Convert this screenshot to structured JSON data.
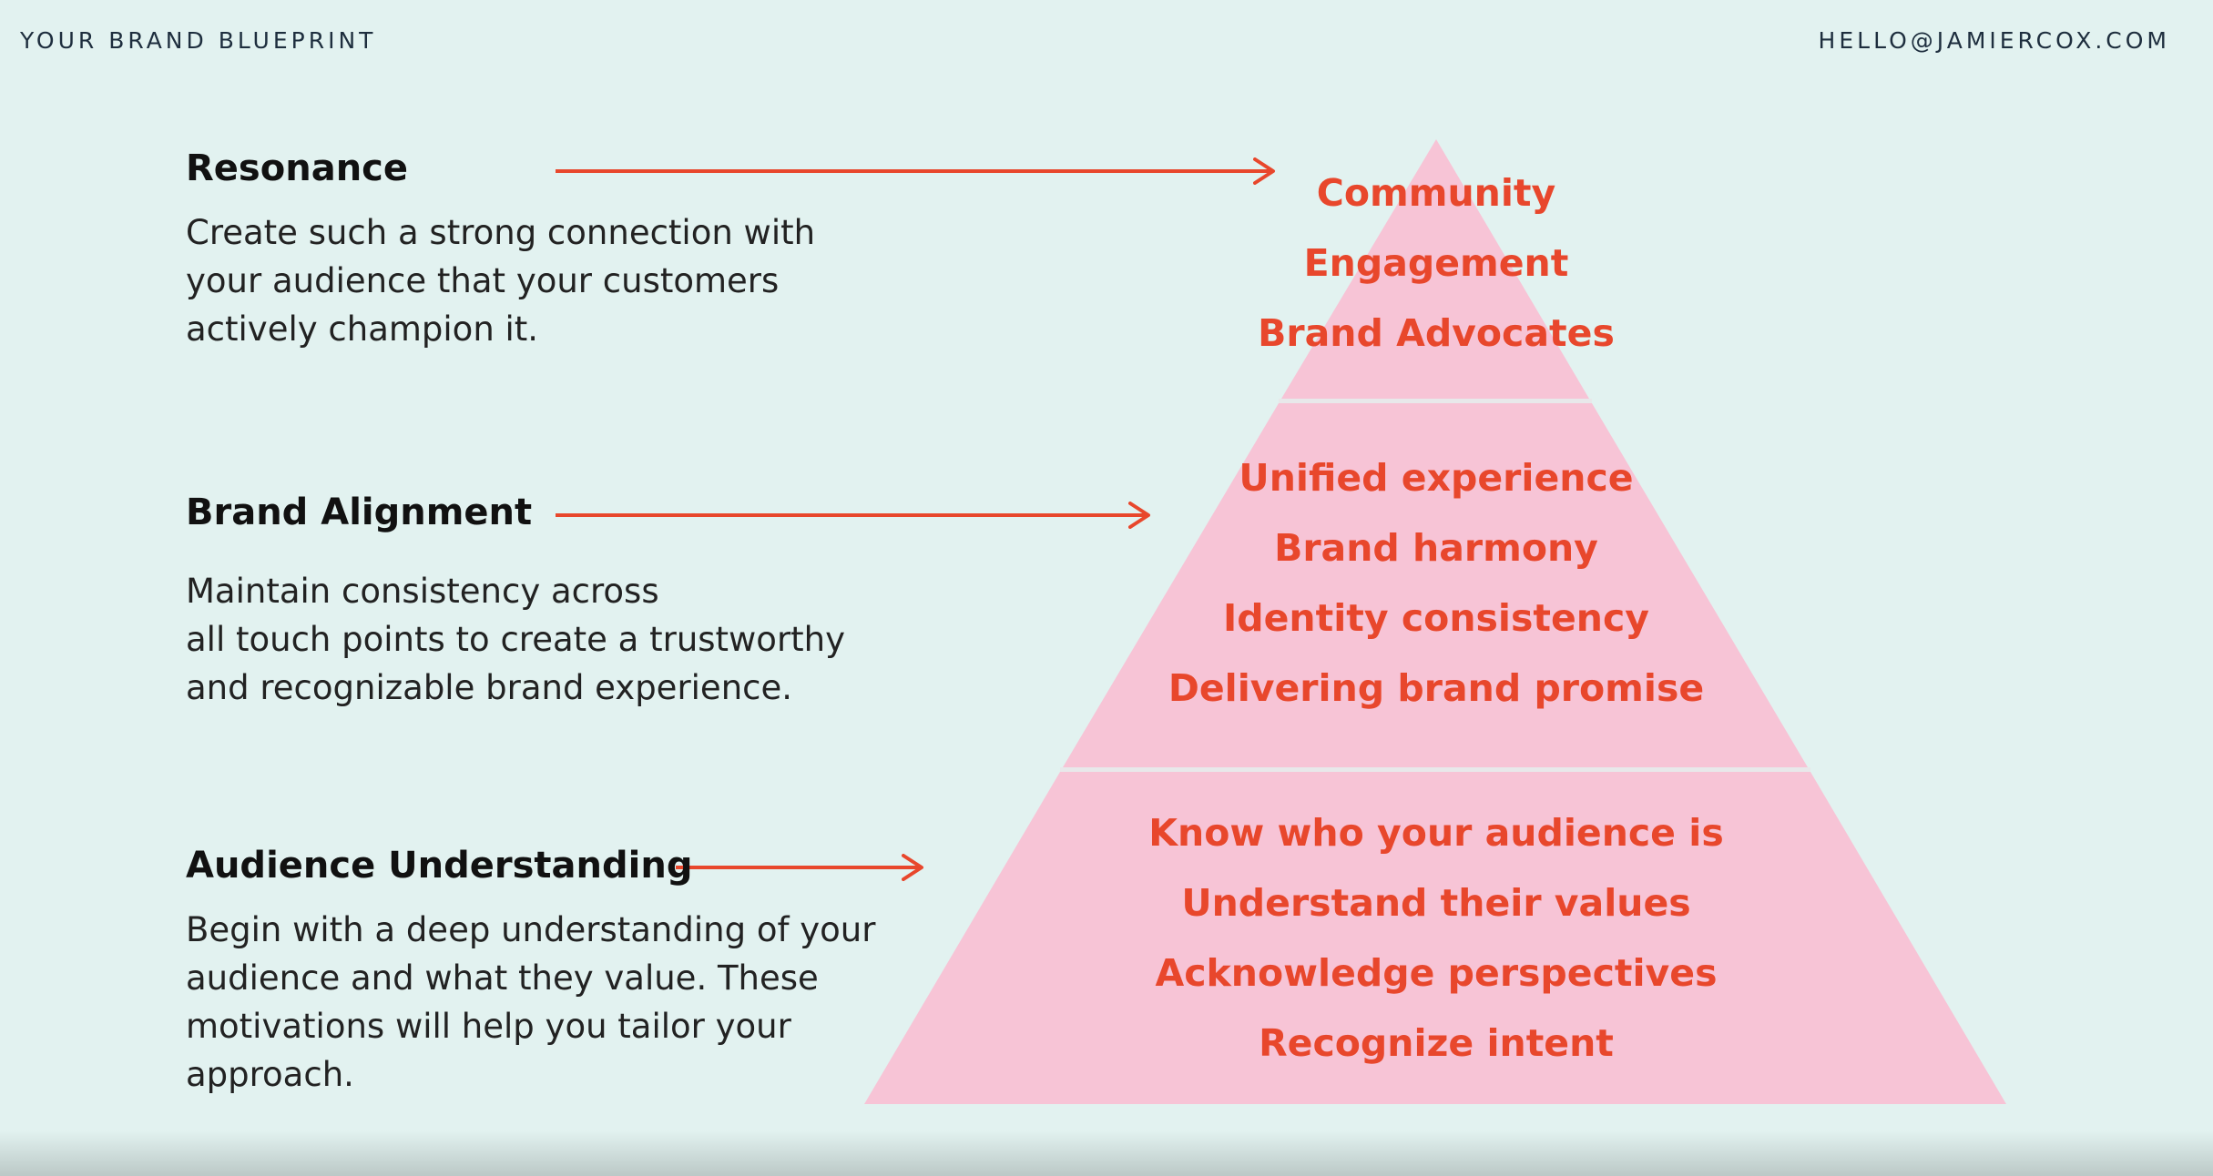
{
  "header": {
    "left_label": "YOUR BRAND BLUEPRINT",
    "right_label": "HELLO@JAMIERCOX.COM"
  },
  "sections": [
    {
      "title": "Resonance",
      "description": "Create such a strong connection with\nyour audience that your customers\nactively champion it."
    },
    {
      "title": "Brand Alignment",
      "description": "Maintain consistency across\nall touch points to create a trustworthy\nand recognizable brand experience."
    },
    {
      "title": "Audience Understanding",
      "description": "Begin with a deep understanding of your\naudience and what they value. These\nmotivations will help you tailor your\napproach."
    }
  ],
  "pyramid": {
    "tiers": [
      {
        "items": [
          "Community",
          "Engagement",
          "Brand Advocates"
        ]
      },
      {
        "items": [
          "Unified experience",
          "Brand harmony",
          "Identity consistency",
          "Delivering brand promise"
        ]
      },
      {
        "items": [
          "Know who your audience is",
          "Understand their values",
          "Acknowledge perspectives",
          "Recognize intent"
        ]
      }
    ]
  },
  "colors": {
    "background": "#e2f2f0",
    "pyramid_fill": "#f7c4d6",
    "accent": "#e8472c",
    "divider": "#e8e8ea"
  }
}
